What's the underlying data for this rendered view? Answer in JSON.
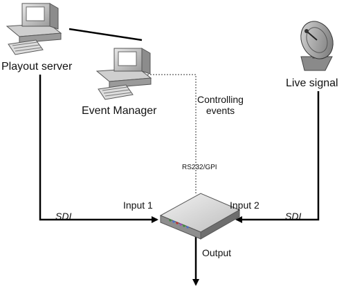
{
  "nodes": {
    "playout_server": "Playout server",
    "event_manager": "Event Manager",
    "live_signal": "Live signal"
  },
  "connections": {
    "controlling_events": [
      "Controlling",
      "events"
    ],
    "rs232": "RS232/GPI",
    "input1": "Input 1",
    "input2": "Input 2",
    "output": "Output",
    "sdi_left": "SDI",
    "sdi_right": "SDI"
  },
  "icons": {
    "computer": "desktop-computer-icon",
    "satellite": "satellite-dish-icon",
    "switcher": "video-switcher-icon"
  }
}
